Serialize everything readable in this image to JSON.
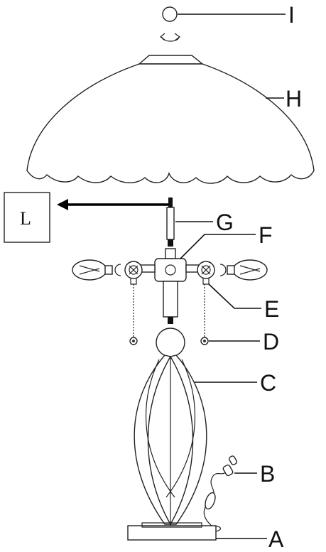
{
  "callouts": {
    "A": "A",
    "B": "B",
    "C": "C",
    "D": "D",
    "E": "E",
    "F": "F",
    "G": "G",
    "H": "H",
    "I": "I"
  },
  "box_label": "L",
  "colors": {
    "line": "#222222",
    "background": "#ffffff"
  }
}
